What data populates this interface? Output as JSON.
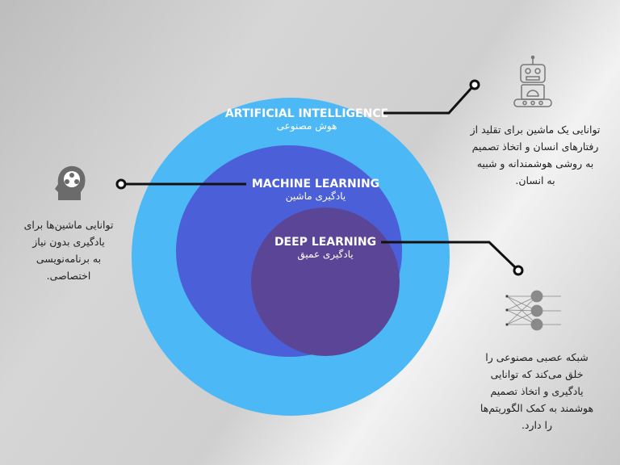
{
  "diagram": {
    "ai": {
      "en": "ARTIFICIAL INTELLIGENCE",
      "fa": "هوش مصنوعی",
      "color": "#4db8f6",
      "description": [
        "توانایی یک ماشین برای تقلید از",
        "رفتارهای انسان و اتخاذ تصمیم",
        "به روشی هوشمندانه و شبیه",
        "به انسان."
      ],
      "icon": "robot-icon"
    },
    "ml": {
      "en": "MACHINE LEARNING",
      "fa": "یادگیری ماشین",
      "color": "#4b5fd8",
      "description": [
        "توانایی ماشین‌ها برای",
        "یادگیری بدون نیاز",
        "به برنامه‌نویسی",
        "اختصاصی."
      ],
      "icon": "head-brain-icon"
    },
    "dl": {
      "en": "DEEP LEARNING",
      "fa": "یادگیری عمیق",
      "color": "#5b4596",
      "description": [
        "شبکه عصبی مصنوعی را",
        "خلق می‌کند که توانایی",
        "یادگیری و اتخاذ تصمیم",
        "هوشمند به کمک الگوریتم‌ها",
        "را دارد."
      ],
      "icon": "neural-network-icon"
    }
  }
}
